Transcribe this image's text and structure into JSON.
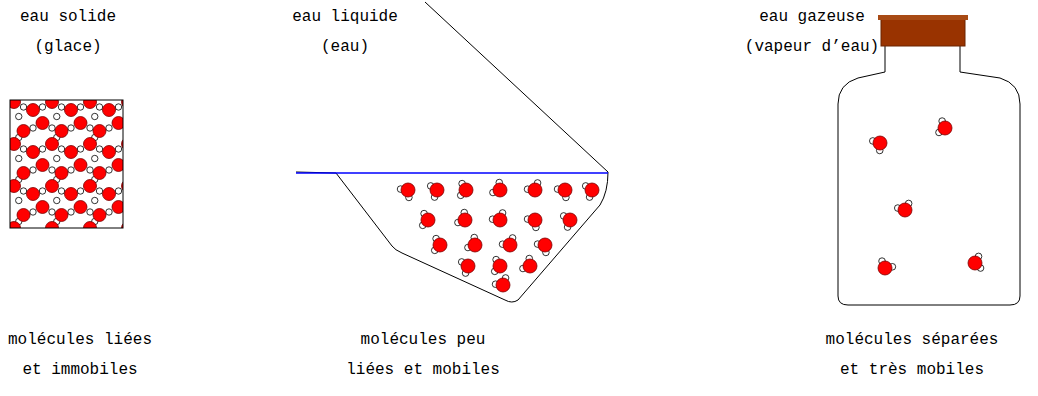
{
  "diagram": {
    "labels": [
      "eau solide (glace)",
      "eau liquide (eau)",
      "eau gazeuse (vapeur d’eau)",
      "molécules liées et immobiles",
      "molécules peu liées et mobiles",
      "molécules séparées et très mobiles"
    ]
  }
}
